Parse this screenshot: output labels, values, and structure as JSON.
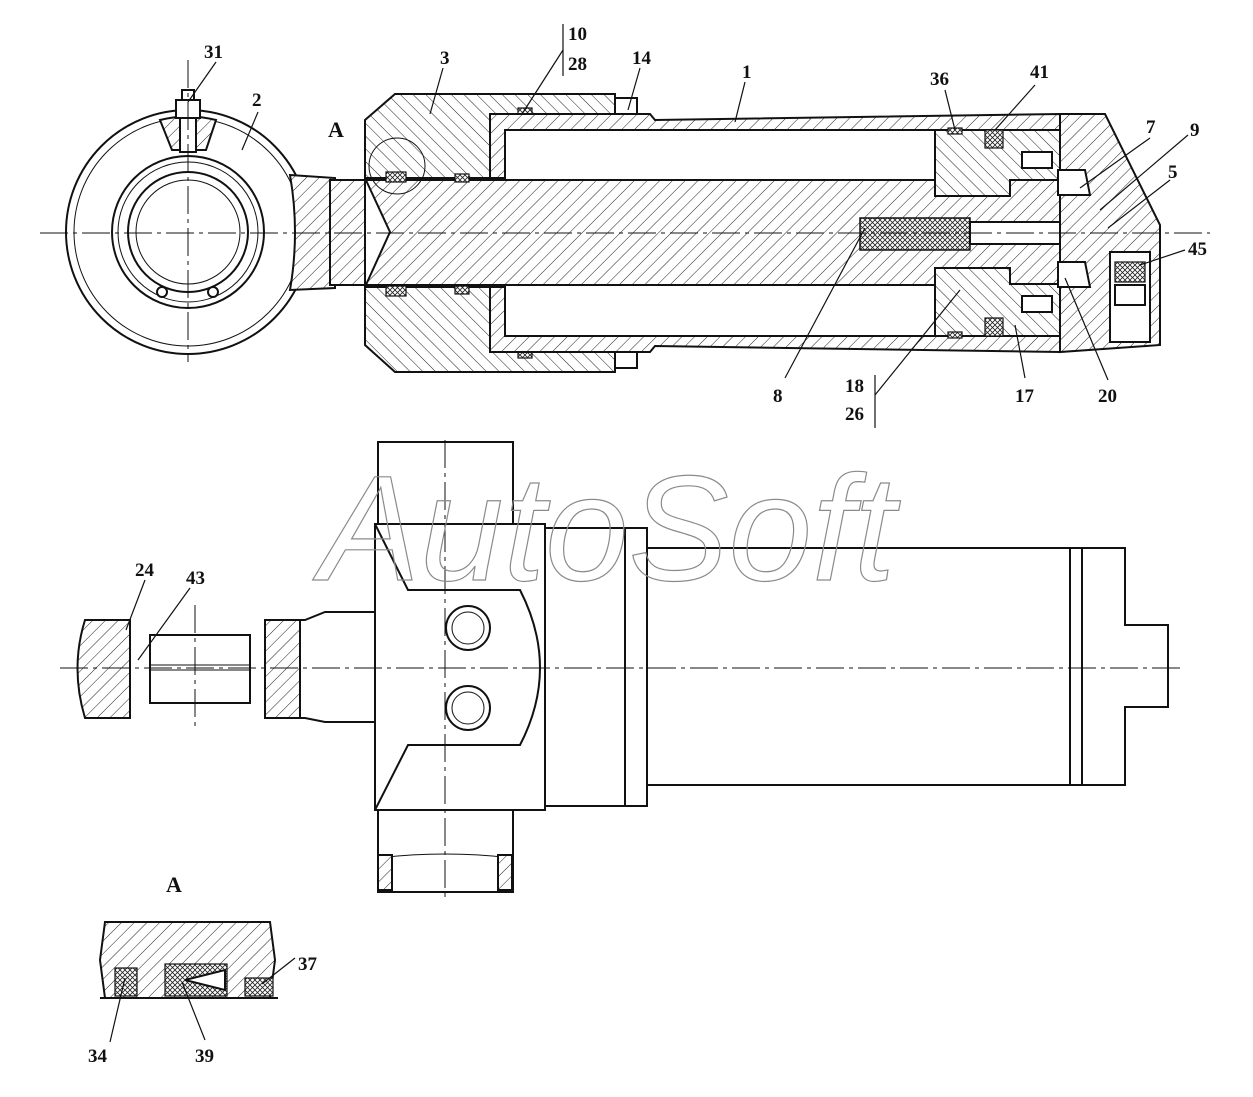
{
  "watermark": "AutoSoft",
  "view_label_main": "A",
  "detail_title": "A",
  "callouts": {
    "c31": "31",
    "c2": "2",
    "c3": "3",
    "c10": "10",
    "c28": "28",
    "c14": "14",
    "c1": "1",
    "c36": "36",
    "c41": "41",
    "c7": "7",
    "c9": "9",
    "c5": "5",
    "c45": "45",
    "c8": "8",
    "c18": "18",
    "c26": "26",
    "c17": "17",
    "c20": "20",
    "c24": "24",
    "c43": "43",
    "c34": "34",
    "c39": "39",
    "c37": "37"
  }
}
